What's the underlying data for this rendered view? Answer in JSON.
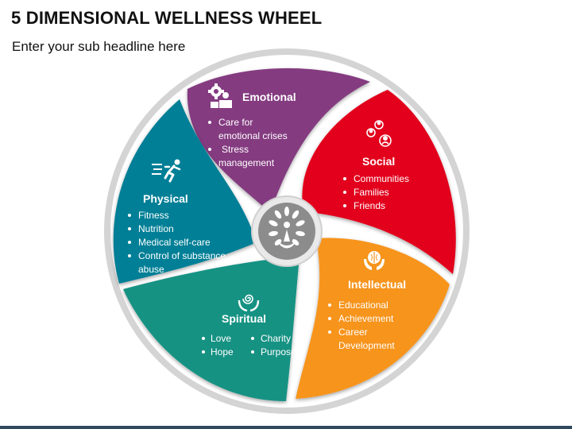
{
  "title": "5 DIMENSIONAL WELLNESS WHEEL",
  "subtitle": "Enter your sub headline here",
  "colors": {
    "emotional": "#843a80",
    "social": "#e2001a",
    "intellectual": "#f7941d",
    "spiritual": "#129283",
    "physical": "#007f96",
    "hub": "#8c8c8c",
    "rim": "#d4d4d4"
  },
  "segments": {
    "emotional": {
      "label": "Emotional",
      "icon": "gear-head-icon",
      "lines": [
        "Care for",
        "emotional crises",
        "Stress",
        "management"
      ]
    },
    "social": {
      "label": "Social",
      "icon": "people-network-icon",
      "lines": [
        "Communities",
        "Families",
        "Friends"
      ]
    },
    "intellectual": {
      "label": "Intellectual",
      "icon": "brain-hands-icon",
      "lines": [
        "Educational",
        "Achievement",
        "Career",
        "Development"
      ]
    },
    "spiritual": {
      "label": "Spiritual",
      "icon": "spiral-hands-icon",
      "lines_left": [
        "Love",
        "Hope"
      ],
      "lines_right": [
        "Charity",
        "Purpose"
      ]
    },
    "physical": {
      "label": "Physical",
      "icon": "running-person-icon",
      "lines": [
        "Fitness",
        "Nutrition",
        "Medical self-care",
        "Control of substance",
        "abuse"
      ]
    }
  }
}
